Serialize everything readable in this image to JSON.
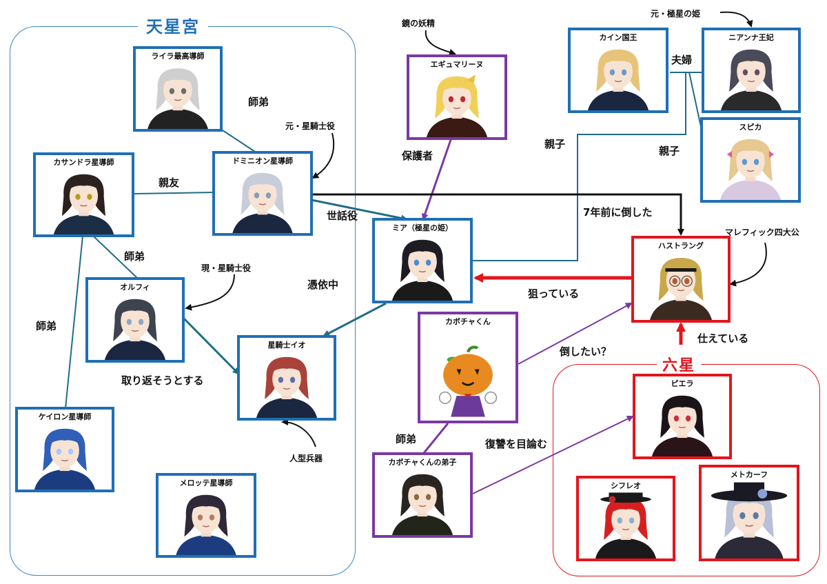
{
  "groups": {
    "tenseikyu": {
      "title": "天星宮",
      "color": "#3a86c6"
    },
    "rokusei": {
      "title": "六星",
      "color": "#e3151c"
    }
  },
  "characters": [
    {
      "id": "laila",
      "name": "ライラ最高導師",
      "border": "blue",
      "hair": "#cfcfcf",
      "outfit": "#222222",
      "eye": "#6d6d6d"
    },
    {
      "id": "cassandra",
      "name": "カサンドラ星導師",
      "border": "blue",
      "hair": "#2b2220",
      "outfit": "#1c2e45",
      "eye": "#b89a20"
    },
    {
      "id": "dominion",
      "name": "ドミニオン星導師",
      "border": "blue",
      "hair": "#c8cdd9",
      "outfit": "#1b2640",
      "eye": "#8a9bb8"
    },
    {
      "id": "orphi",
      "name": "オルフィ",
      "border": "blue",
      "hair": "#3d4450",
      "outfit": "#1b2640",
      "eye": "#8ea6c8"
    },
    {
      "id": "io",
      "name": "星騎士イオ",
      "border": "blue",
      "hair": "#a8423a",
      "outfit": "#1b2640",
      "eye": "#5b6fa8"
    },
    {
      "id": "chiron",
      "name": "ケイロン星導師",
      "border": "blue",
      "hair": "#2f5fb8",
      "outfit": "#1b3d80",
      "eye": "#a8c8ff"
    },
    {
      "id": "melotte",
      "name": "メロッテ星導師",
      "border": "blue",
      "hair": "#2f2838",
      "outfit": "#1b3d80",
      "eye": "#b87a60"
    },
    {
      "id": "aiguemarine",
      "name": "エギュマリーヌ",
      "border": "purple",
      "hair": "#f2cf58",
      "outfit": "#3a1a12",
      "eye": "#c0282a"
    },
    {
      "id": "mia",
      "name": "ミア（極星の姫）",
      "border": "blue",
      "hair": "#1c1c22",
      "outfit": "#1a1a1a",
      "eye": "#4a8ad8"
    },
    {
      "id": "kain",
      "name": "カイン国王",
      "border": "blue",
      "hair": "#e6c47a",
      "outfit": "#1b2640",
      "eye": "#6c9ac8"
    },
    {
      "id": "nianna",
      "name": "ニアンナ王妃",
      "border": "blue",
      "hair": "#4a4a58",
      "outfit": "#2a2a2a",
      "eye": "#6a4a6a"
    },
    {
      "id": "spica",
      "name": "スピカ",
      "border": "blue",
      "hair": "#e6c890",
      "outfit": "#d8c8e0",
      "eye": "#5a9ad0"
    },
    {
      "id": "hastrang",
      "name": "ハストラング",
      "border": "red",
      "hair": "#c9a84a",
      "outfit": "#3a2a20",
      "eye": "#b85a30"
    },
    {
      "id": "pumpkin",
      "name": "カボチャくん",
      "border": "purple",
      "hair": "#e88a20",
      "outfit": "#6b3a9a",
      "eye": "#1a1a1a"
    },
    {
      "id": "pumpkin-disciple",
      "name": "カボチャくんの弟子",
      "border": "purple",
      "hair": "#2a2420",
      "outfit": "#22261a",
      "eye": "#8a6a40"
    },
    {
      "id": "piera",
      "name": "ピエラ",
      "border": "red",
      "hair": "#1a1418",
      "outfit": "#2a1418",
      "eye": "#c83040"
    },
    {
      "id": "sifleo",
      "name": "シフレオ",
      "border": "red",
      "hair": "#d62020",
      "outfit": "#1a1a1a",
      "eye": "#8ab0d0"
    },
    {
      "id": "metcalf",
      "name": "メトカーフ",
      "border": "red",
      "hair": "#b8c0d8",
      "outfit": "#2a2a38",
      "eye": "#5a7aa8"
    }
  ],
  "relations": {
    "laila_dominion": "師弟",
    "cassandra_dominion": "親友",
    "cassandra_orphi": "師弟",
    "cassandra_chiron": "師弟",
    "dominion_mia": "世話役",
    "io_mia": "憑依中",
    "orphi_io": "取り返そうとする",
    "aiguemarine_mia": "保護者",
    "dominion_hastrang": "7年前に倒した",
    "kain_nianna": "夫婦",
    "kain_spica": "親子",
    "nianna_mia": "親子",
    "hastrang_mia": "狙っている",
    "rokusei_hastrang": "仕えている",
    "pumpkin_hastrang": "倒したい？",
    "disciple_piera": "復讐を目論む",
    "pumpkin_disciple": "師弟"
  },
  "notes": {
    "dominion": "元・星騎士役",
    "orphi": "現・星騎士役",
    "io": "人型兵器",
    "aiguemarine": "鏡の妖精",
    "nianna": "元・極星の姫",
    "hastrang": "マレフィック四大公"
  },
  "colors": {
    "blue": "#1f6fb5",
    "line_blue": "#1f6c87",
    "red": "#e3151c",
    "purple": "#7b38a4",
    "black": "#111111"
  }
}
